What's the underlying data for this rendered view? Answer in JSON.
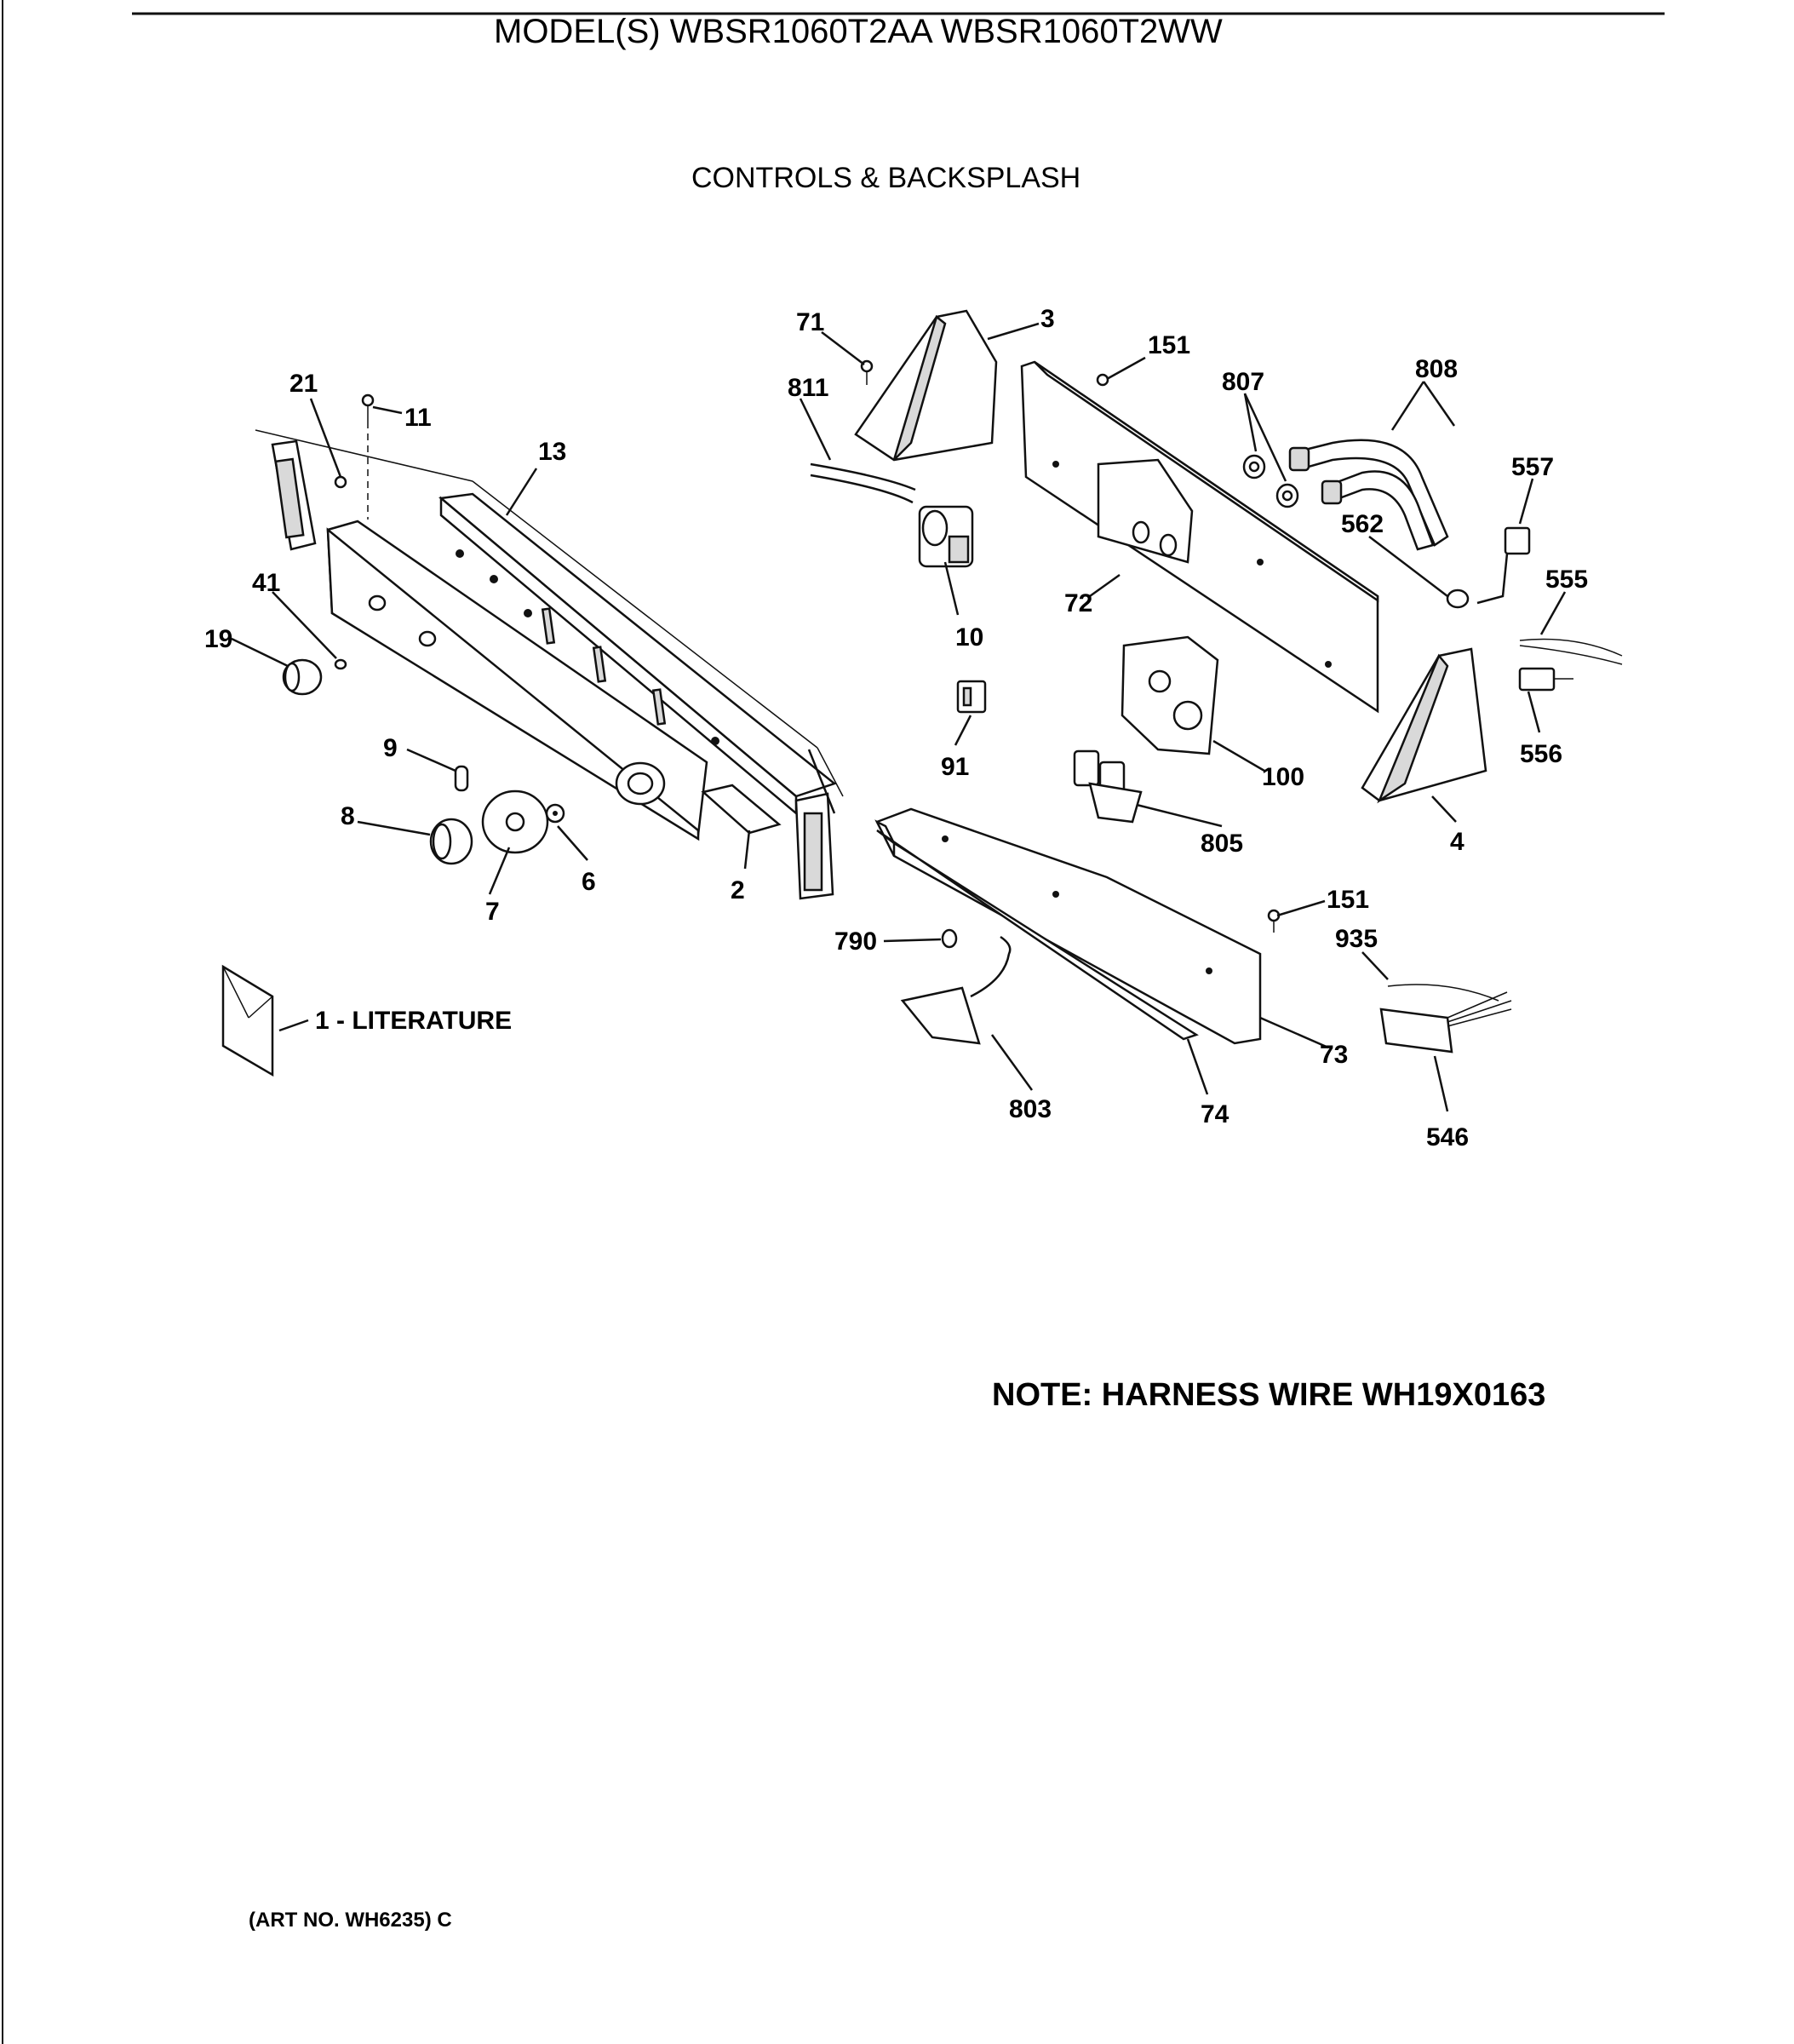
{
  "header": {
    "model_title": "MODEL(S) WBSR1060T2AA  WBSR1060T2WW",
    "section_title": "CONTROLS & BACKSPLASH"
  },
  "callouts": {
    "c1": "1 - LITERATURE",
    "c2": "2",
    "c3": "3",
    "c4": "4",
    "c6": "6",
    "c7": "7",
    "c8": "8",
    "c9": "9",
    "c10": "10",
    "c11": "11",
    "c13": "13",
    "c19": "19",
    "c21": "21",
    "c41": "41",
    "c71": "71",
    "c72": "72",
    "c73": "73",
    "c74": "74",
    "c91": "91",
    "c100": "100",
    "c151a": "151",
    "c151b": "151",
    "c546": "546",
    "c555": "555",
    "c556": "556",
    "c557": "557",
    "c562": "562",
    "c790": "790",
    "c803": "803",
    "c805": "805",
    "c807": "807",
    "c808": "808",
    "c811": "811",
    "c935": "935"
  },
  "note": "NOTE: HARNESS WIRE WH19X0163",
  "art_number": "(ART NO. WH6235) C"
}
